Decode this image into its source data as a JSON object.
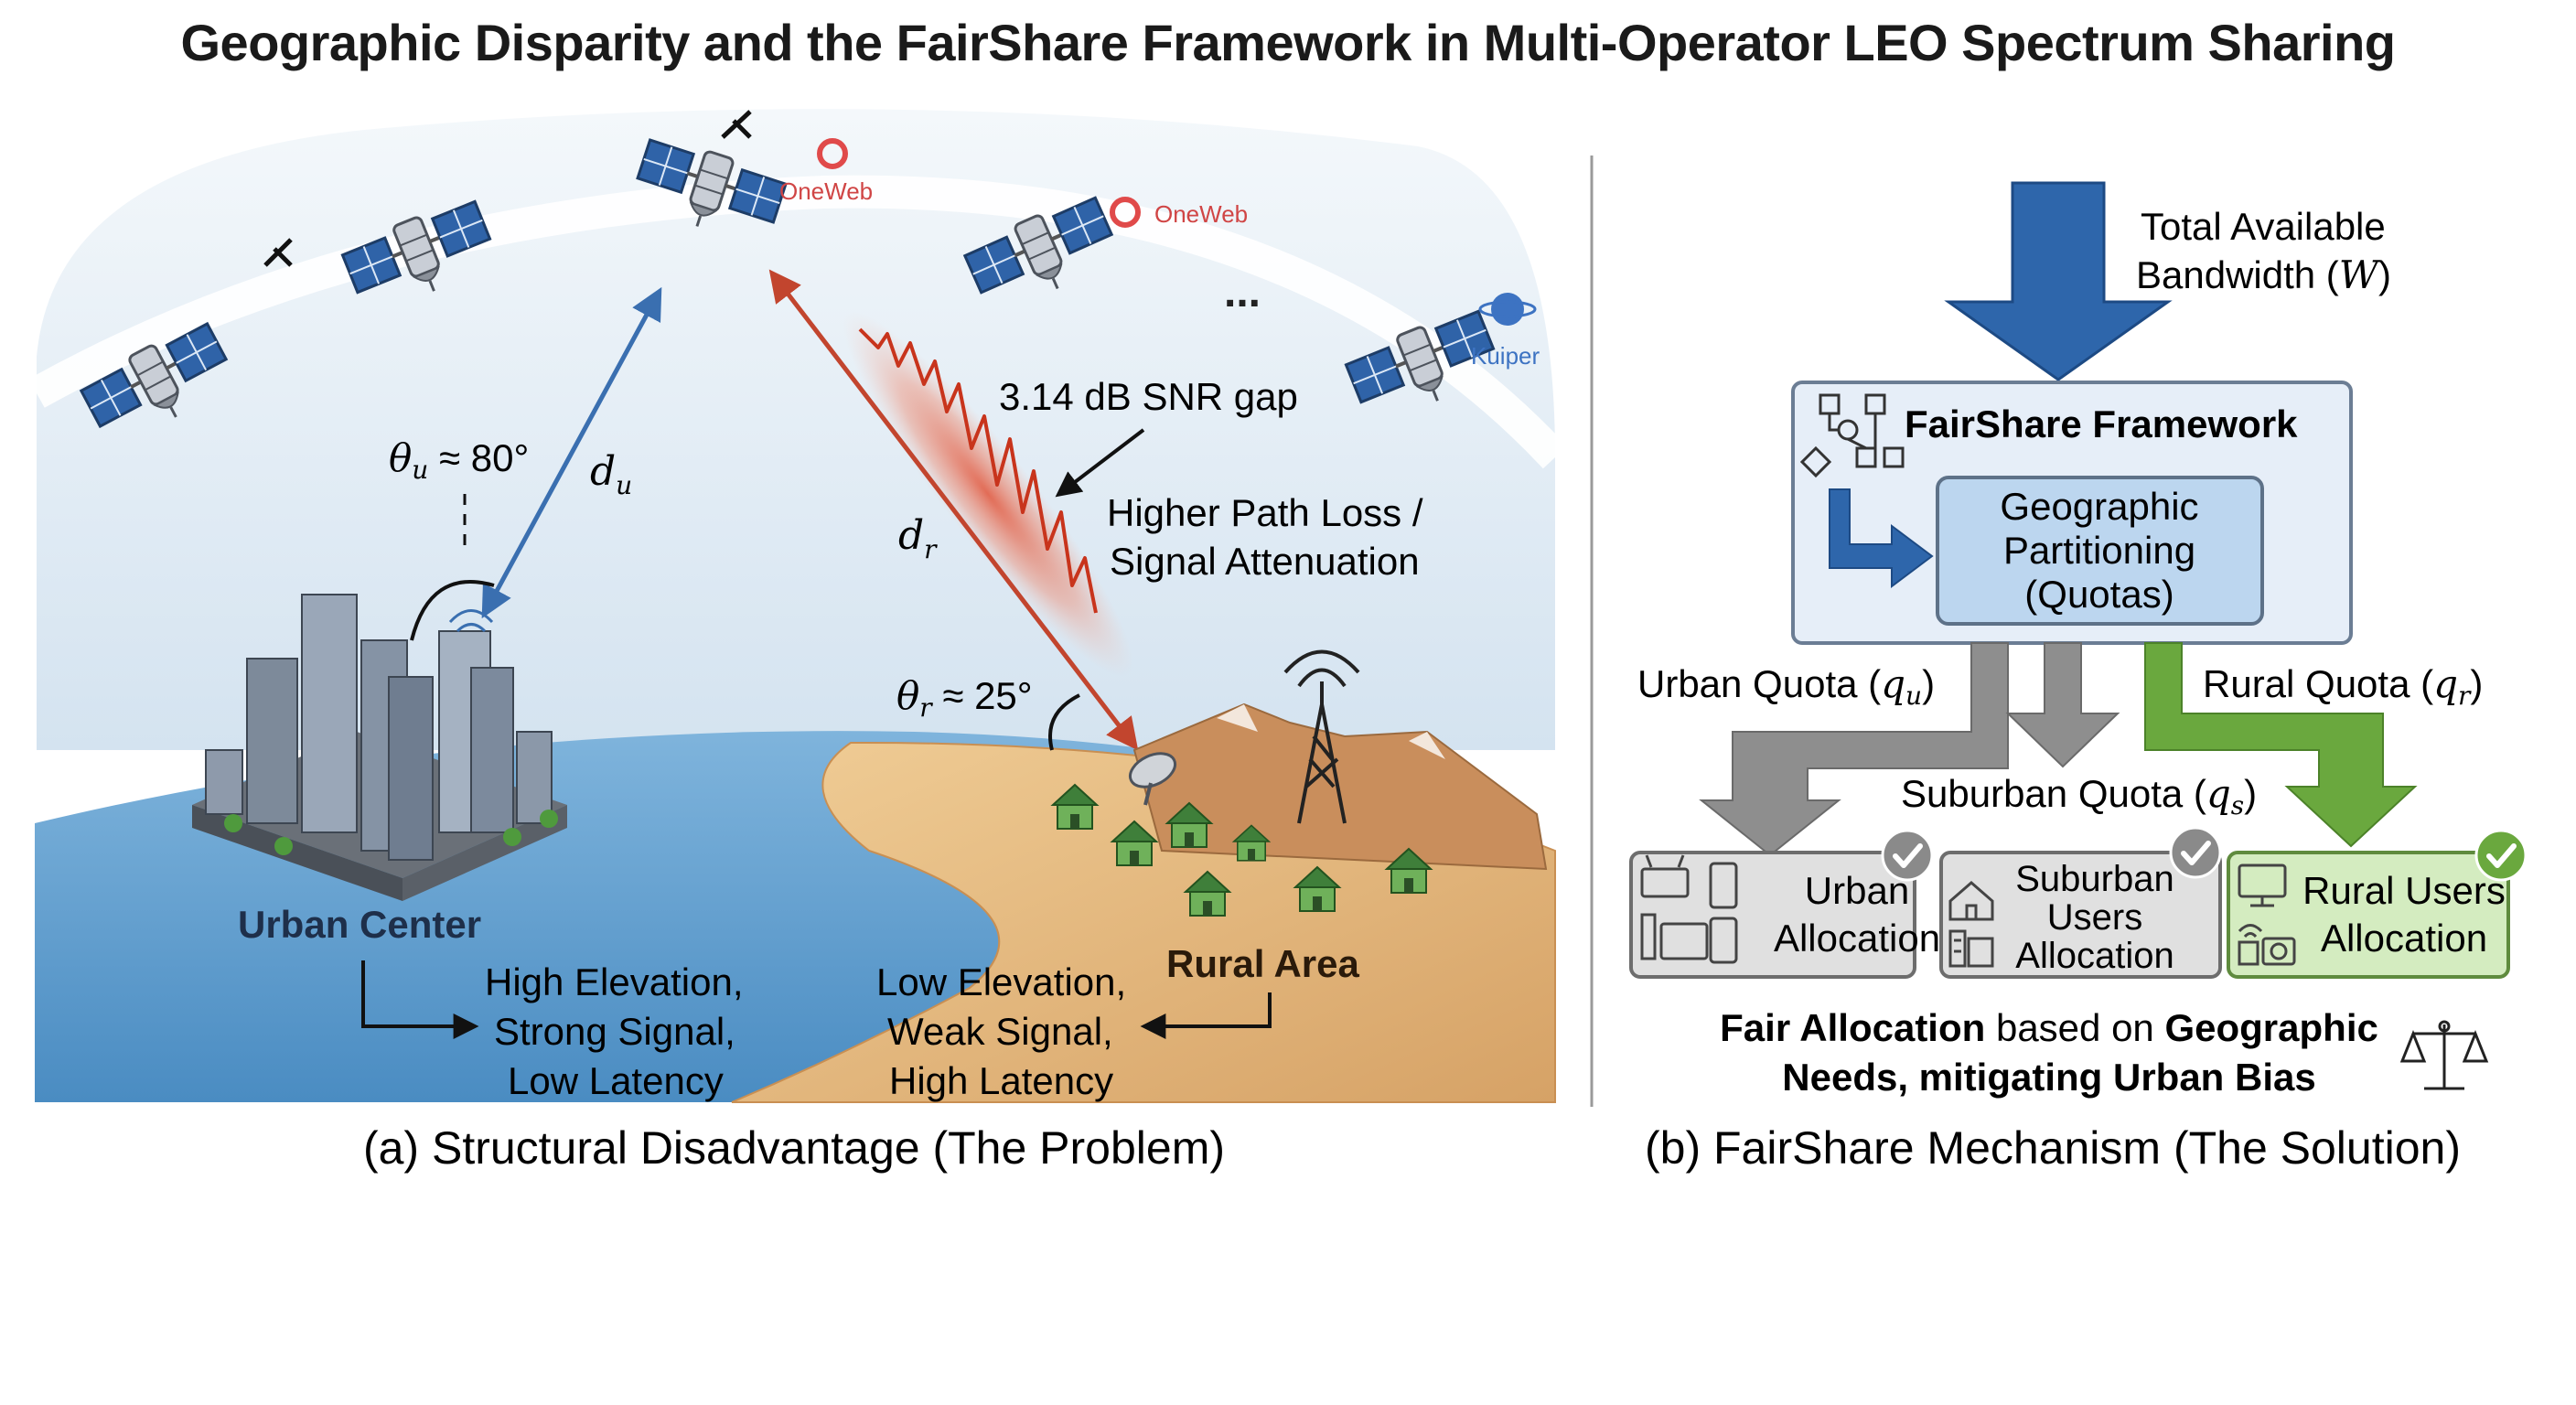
{
  "title": "Geographic Disparity and the FairShare Framework in Multi-Operator LEO Spectrum Sharing",
  "colors": {
    "sky": "#dfe9f3",
    "ocean": "#5f9ccb",
    "land": "#e3b77f",
    "blue_arrow": "#2e66ab",
    "red_signal": "#c8442e",
    "green": "#6aa83e",
    "gray_arrow": "#8e8e8e",
    "framework_fill": "#e6eef8"
  },
  "panel_a": {
    "operators": {
      "oneweb_1": "OneWeb",
      "oneweb_2": "OneWeb",
      "kuiper": "Kuiper",
      "ellipsis": "..."
    },
    "urban_angle": {
      "theta": "θ",
      "sub": "u",
      "value": " ≈ 80°"
    },
    "urban_distance": {
      "d": "d",
      "sub": "u"
    },
    "rural_angle": {
      "theta": "θ",
      "sub": "r",
      "value": " ≈ 25°"
    },
    "rural_distance": {
      "d": "d",
      "sub": "r"
    },
    "snr_gap": "3.14 dB SNR gap",
    "path_loss_line1": "Higher Path Loss /",
    "path_loss_line2": "Signal Attenuation",
    "urban_center": "Urban Center",
    "urban_traits": [
      "High Elevation,",
      "Strong Signal,",
      "Low Latency"
    ],
    "rural_area": "Rural Area",
    "rural_traits": [
      "Low Elevation,",
      "Weak Signal,",
      "High Latency"
    ],
    "caption": "(a) Structural Disadvantage (The Problem)"
  },
  "panel_b": {
    "bandwidth_line1": "Total Available",
    "bandwidth_line2_prefix": "Bandwidth (",
    "bandwidth_symbol": "W",
    "bandwidth_line2_suffix": ")",
    "framework_title": "FairShare Framework",
    "partition_lines": [
      "Geographic",
      "Partitioning",
      "(Quotas)"
    ],
    "urban_quota": {
      "prefix": "Urban Quota (",
      "q": "q",
      "sub": "u",
      "suffix": ")"
    },
    "rural_quota": {
      "prefix": "Rural Quota (",
      "q": "q",
      "sub": "r",
      "suffix": ")"
    },
    "suburban_quota": {
      "prefix": "Suburban Quota (",
      "q": "q",
      "sub": "s",
      "suffix": ")"
    },
    "urban_alloc": [
      "Urban",
      "Allocation"
    ],
    "suburban_alloc": [
      "Suburban",
      "Users",
      "Allocation"
    ],
    "rural_alloc": [
      "Rural Users",
      "Allocation"
    ],
    "fair_line1": {
      "bold1": "Fair Allocation",
      "normal1": " based on ",
      "bold2": "Geographic"
    },
    "fair_line2": {
      "bold": "Needs, mitigating Urban Bias"
    },
    "caption": "(b) FairShare Mechanism (The Solution)"
  }
}
